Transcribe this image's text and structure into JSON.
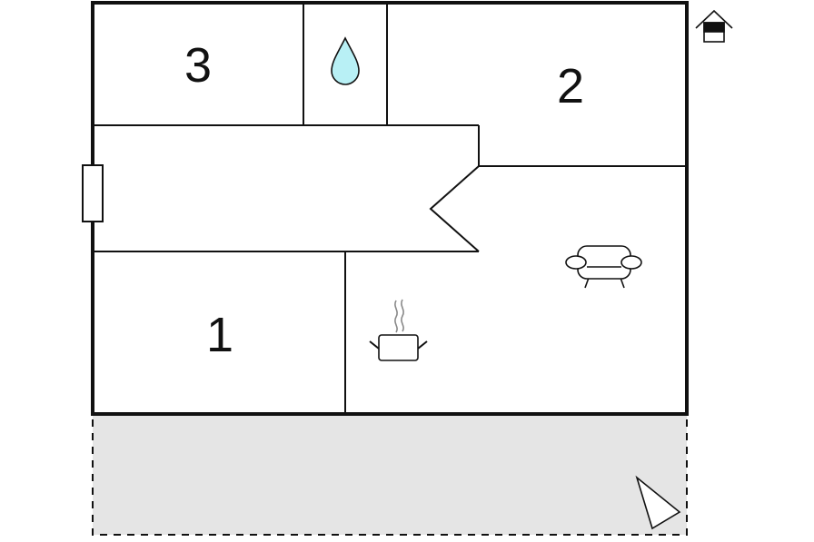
{
  "floor_plan": {
    "rooms": [
      {
        "id": "bedroom-3",
        "label": "3"
      },
      {
        "id": "bedroom-2",
        "label": "2"
      },
      {
        "id": "bedroom-1",
        "label": "1"
      },
      {
        "id": "bathroom",
        "label": ""
      },
      {
        "id": "hallway",
        "label": ""
      },
      {
        "id": "living-kitchen",
        "label": ""
      }
    ],
    "icons": [
      "house-entrance-icon",
      "water-drop-icon",
      "sofa-icon",
      "cooking-pot-icon",
      "door-icon",
      "north-arrow-icon"
    ],
    "terrace": {
      "style": "dashed"
    },
    "colors": {
      "wall": "#111111",
      "terrace_fill": "#e5e5e5",
      "water_fill": "#b8f0f5",
      "icon_stroke": "#111111",
      "steam": "#888888"
    }
  }
}
